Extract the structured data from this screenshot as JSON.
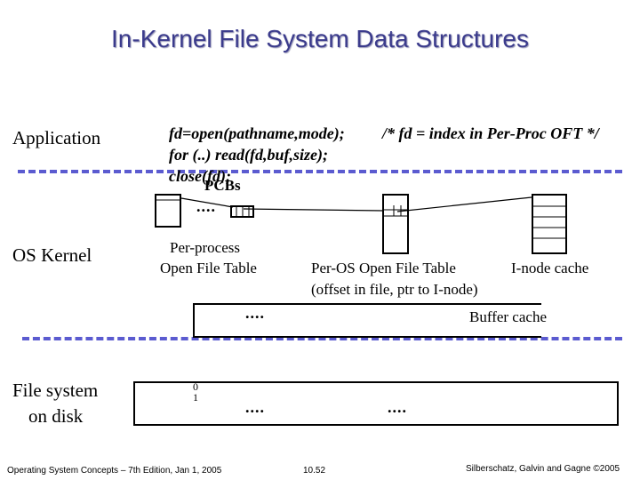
{
  "title": "In-Kernel File System Data Structures",
  "layers": {
    "application": "Application",
    "os_kernel": "OS Kernel",
    "file_system_line1": "File system",
    "file_system_line2": "on disk"
  },
  "code": {
    "line1": "fd=open(pathname,mode);",
    "comment": "/* fd = index in Per-Proc OFT */",
    "line2": "for (..) read(fd,buf,size);",
    "line3": "close(fd);"
  },
  "labels": {
    "pcbs": "PCBs",
    "per_process_line1": "Per-process",
    "per_process_line2": "Open File Table",
    "per_os_line1": "Per-OS Open File Table",
    "per_os_line2": "(offset in file, ptr to I-node)",
    "inode_cache": "I-node cache",
    "buffer_cache": "Buffer cache",
    "ellipsis": "....",
    "block_0": "0",
    "block_1": "1"
  },
  "footer": {
    "left": "Operating System Concepts – 7th Edition, Jan 1, 2005",
    "center": "10.52",
    "right": "Silberschatz, Galvin and Gagne ©2005"
  }
}
